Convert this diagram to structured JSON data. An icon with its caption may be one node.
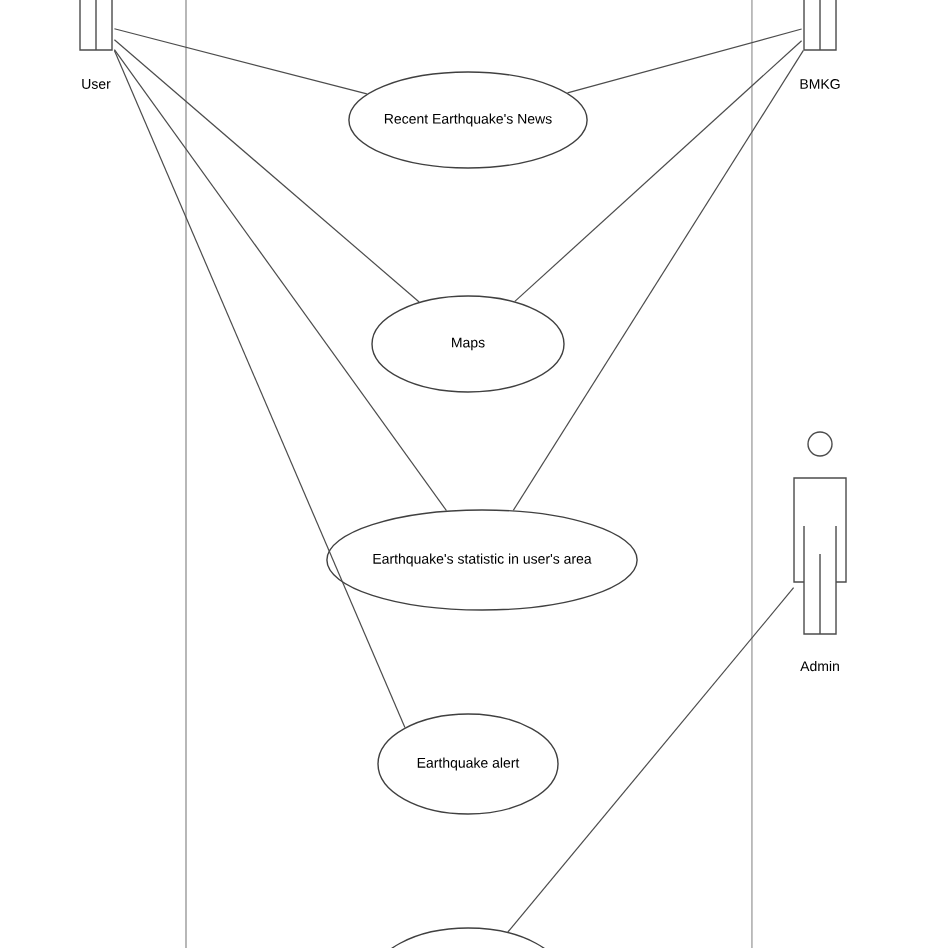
{
  "diagram": {
    "nodes": [
      {
        "text": [
          "User"
        ]
      },
      {
        "text": [
          "BMKG"
        ]
      },
      {
        "text": [
          "Recent Earthquake's News"
        ]
      },
      {
        "text": [
          "Maps"
        ]
      },
      {
        "text": [
          "Earthquake's statistic in user's area"
        ]
      },
      {
        "text": [
          "Earthquake alert"
        ]
      },
      {
        "text": [
          "Admin"
        ]
      },
      {
        "text": [],
        "shape": "ellipse"
      }
    ],
    "edges": [
      {
        "from": 0,
        "to": 2,
        "arrow": "none"
      },
      {
        "from": 0,
        "to": 3,
        "arrow": "none"
      },
      {
        "from": 0,
        "to": 4,
        "arrow": "none"
      },
      {
        "from": 0,
        "to": 5,
        "arrow": "none"
      },
      {
        "from": 1,
        "to": 2,
        "arrow": "none"
      },
      {
        "from": 1,
        "to": 3,
        "arrow": "none"
      },
      {
        "from": 1,
        "to": 4,
        "arrow": "none"
      },
      {
        "from": 6,
        "to": 7,
        "arrow": "none"
      }
    ]
  }
}
